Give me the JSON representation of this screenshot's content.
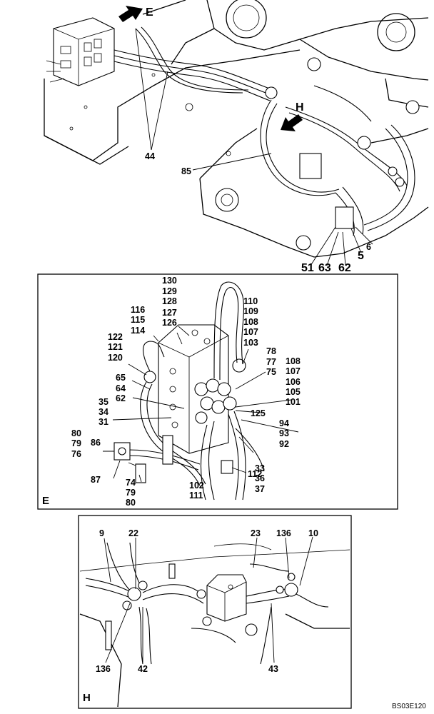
{
  "overview": {
    "arrow_e": "E",
    "arrow_h": "H",
    "labels": [
      "44",
      "85",
      "51",
      "63",
      "62",
      "5",
      "6"
    ]
  },
  "detail_e": {
    "panel_letter": "E",
    "labels": [
      "130",
      "129",
      "128",
      "127",
      "126",
      "116",
      "115",
      "114",
      "122",
      "121",
      "120",
      "65",
      "64",
      "62",
      "35",
      "34",
      "31",
      "80",
      "79",
      "76",
      "86",
      "87",
      "74",
      "79",
      "80",
      "110",
      "109",
      "108",
      "107",
      "103",
      "78",
      "77",
      "75",
      "108",
      "107",
      "106",
      "105",
      "101",
      "125",
      "94",
      "93",
      "92",
      "33",
      "36",
      "37",
      "112",
      "102",
      "111"
    ]
  },
  "detail_h": {
    "panel_letter": "H",
    "labels": [
      "9",
      "22",
      "23",
      "136",
      "10",
      "136",
      "42",
      "43"
    ]
  },
  "figure_code": "BS03E120"
}
